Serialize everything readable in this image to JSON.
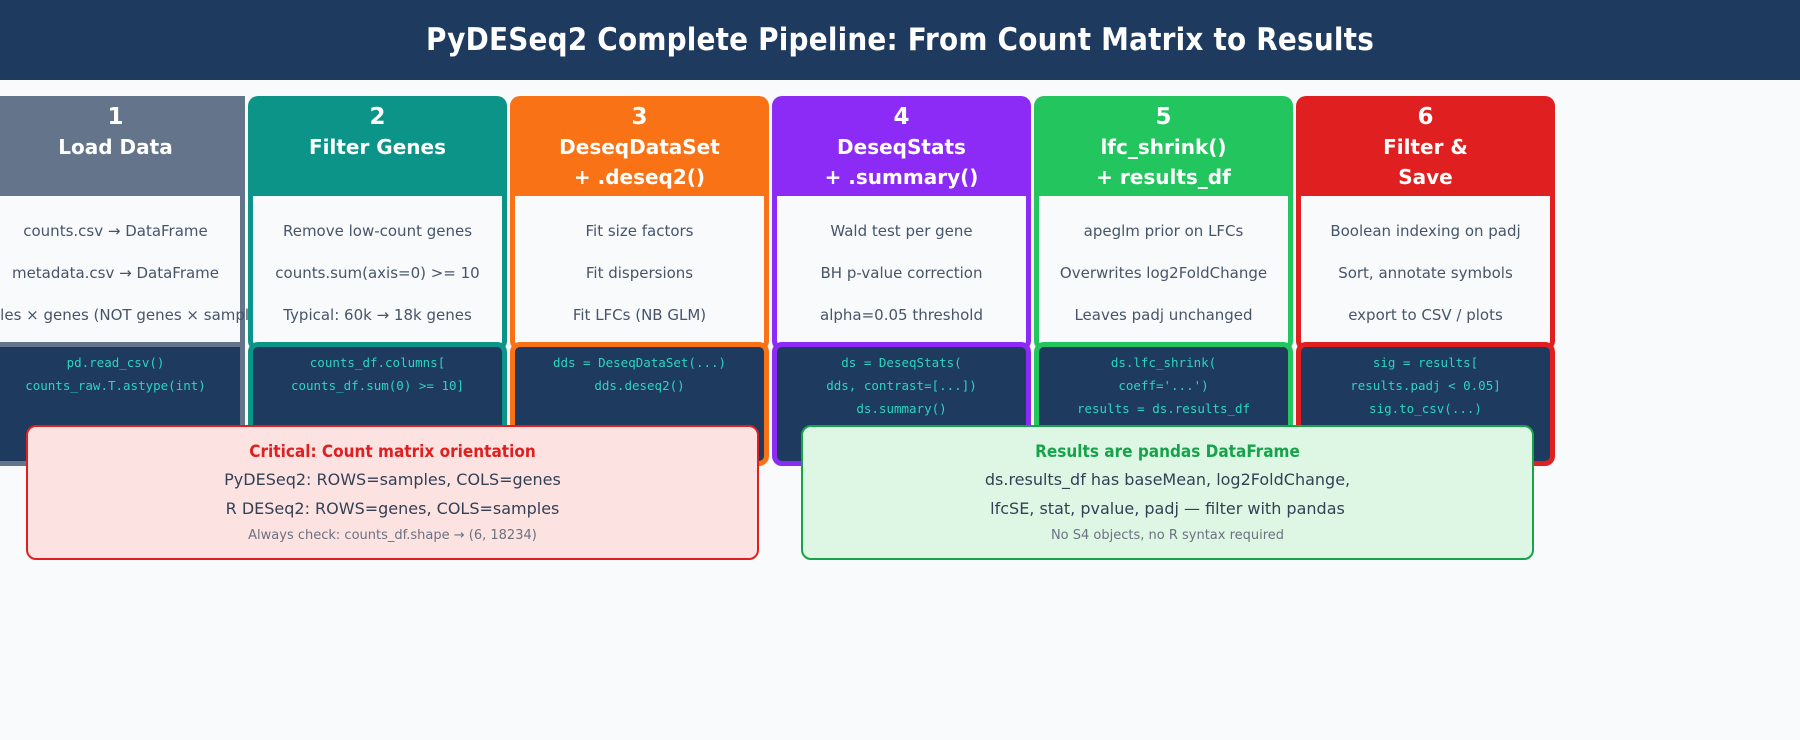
{
  "header": {
    "title": "PyDESeq2 Complete Pipeline: From Count Matrix to Results",
    "bg_color": "#1e3a5f"
  },
  "pipeline": {
    "columns": [
      {
        "number": "1",
        "title": "Load Data",
        "color": "#64748b",
        "bullets": [
          "counts.csv → DataFrame",
          "metadata.csv → DataFrame",
          "samples × genes (NOT genes × samples)"
        ],
        "code": [
          "pd.read_csv()",
          "counts_raw.T.astype(int)"
        ]
      },
      {
        "number": "2",
        "title": "Filter Genes",
        "color": "#0d9488",
        "bullets": [
          "Remove low-count genes",
          "counts.sum(axis=0) >= 10",
          "Typical: 60k → 18k genes"
        ],
        "code": [
          "counts_df.columns[",
          "counts_df.sum(0) >= 10]"
        ]
      },
      {
        "number": "3",
        "title": "DeseqDataSet\n+ .deseq2()",
        "color": "#f97316",
        "bullets": [
          "Fit size factors",
          "Fit dispersions",
          "Fit LFCs (NB GLM)"
        ],
        "code": [
          "dds = DeseqDataSet(...)",
          "dds.deseq2()"
        ]
      },
      {
        "number": "4",
        "title": "DeseqStats\n+ .summary()",
        "color": "#8b2bf5",
        "bullets": [
          "Wald test per gene",
          "BH p-value correction",
          "alpha=0.05 threshold"
        ],
        "code": [
          "ds = DeseqStats(",
          "dds, contrast=[...])",
          "ds.summary()"
        ]
      },
      {
        "number": "5",
        "title": "lfc_shrink()\n+ results_df",
        "color": "#22c55e",
        "bullets": [
          "apeglm prior on LFCs",
          "Overwrites log2FoldChange",
          "Leaves padj unchanged"
        ],
        "code": [
          "ds.lfc_shrink(",
          "coeff='...')",
          "results = ds.results_df"
        ]
      },
      {
        "number": "6",
        "title": "Filter &\nSave",
        "color": "#e02020",
        "bullets": [
          "Boolean indexing on padj",
          "Sort, annotate symbols",
          "export to CSV / plots"
        ],
        "code": [
          "sig = results[",
          "results.padj < 0.05]",
          "sig.to_csv(...)"
        ]
      }
    ]
  },
  "notes": [
    {
      "kind": "critical",
      "title": "Critical: Count matrix orientation",
      "lines": [
        "PyDESeq2: ROWS=samples, COLS=genes",
        "R DESeq2: ROWS=genes, COLS=samples"
      ],
      "footnote": "Always check: counts_df.shape → (6, 18234)",
      "border_color": "#e02020",
      "bg_color": "#fde2e2",
      "title_color": "#e02020"
    },
    {
      "kind": "info",
      "title": "Results are pandas DataFrame",
      "lines": [
        "ds.results_df has baseMean, log2FoldChange,",
        "lfcSE, stat, pvalue, padj — filter with pandas"
      ],
      "footnote": "No S4 objects, no R syntax required",
      "border_color": "#16a34a",
      "bg_color": "#def7e5",
      "title_color": "#16a34a"
    }
  ]
}
